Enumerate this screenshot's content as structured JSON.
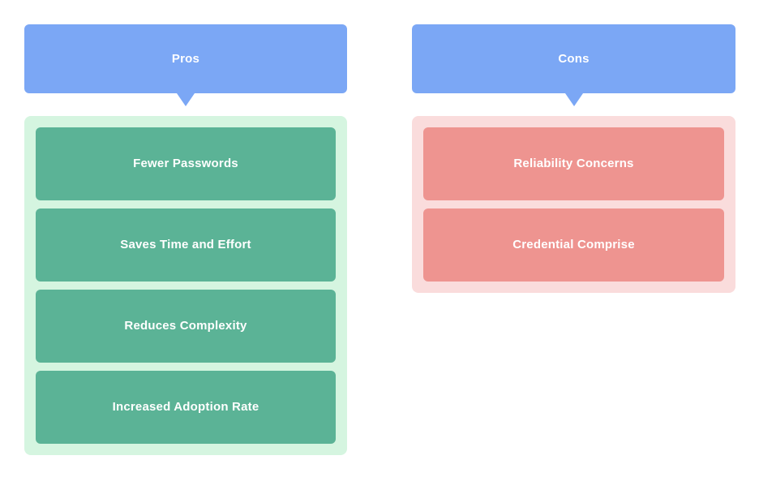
{
  "diagram": {
    "columns": [
      {
        "id": "pros",
        "header_label": "Pros",
        "header_color": "#7BA7F5",
        "panel_color": "#D5F5E0",
        "card_color": "#5BB396",
        "items": [
          {
            "label": "Fewer Passwords"
          },
          {
            "label": "Saves Time and Effort"
          },
          {
            "label": "Reduces Complexity"
          },
          {
            "label": "Increased Adoption Rate"
          }
        ]
      },
      {
        "id": "cons",
        "header_label": "Cons",
        "header_color": "#7BA7F5",
        "panel_color": "#FADCDC",
        "card_color": "#EE9490",
        "items": [
          {
            "label": "Reliability Concerns"
          },
          {
            "label": "Credential Comprise"
          }
        ]
      }
    ]
  }
}
